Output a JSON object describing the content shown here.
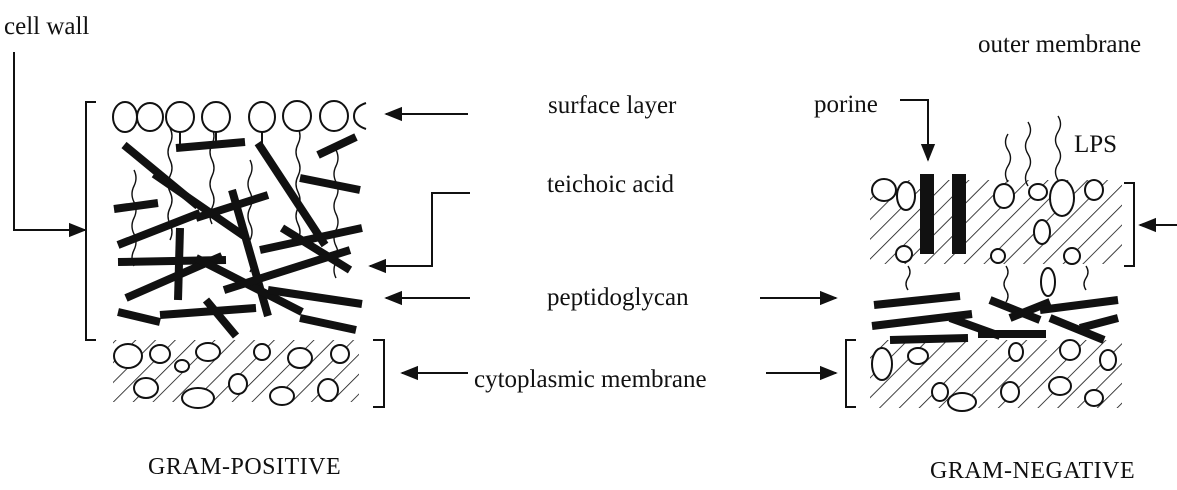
{
  "labels": {
    "cell_wall": "cell wall",
    "surface_layer": "surface layer",
    "teichoic_acid": "teichoic acid",
    "peptidoglycan": "peptidoglycan",
    "cytoplasmic_membrane": "cytoplasmic membrane",
    "outer_membrane": "outer membrane",
    "porine": "porine",
    "lps": "LPS"
  },
  "captions": {
    "gram_positive": "GRAM-POSITIVE",
    "gram_negative": "GRAM-NEGATIVE"
  }
}
